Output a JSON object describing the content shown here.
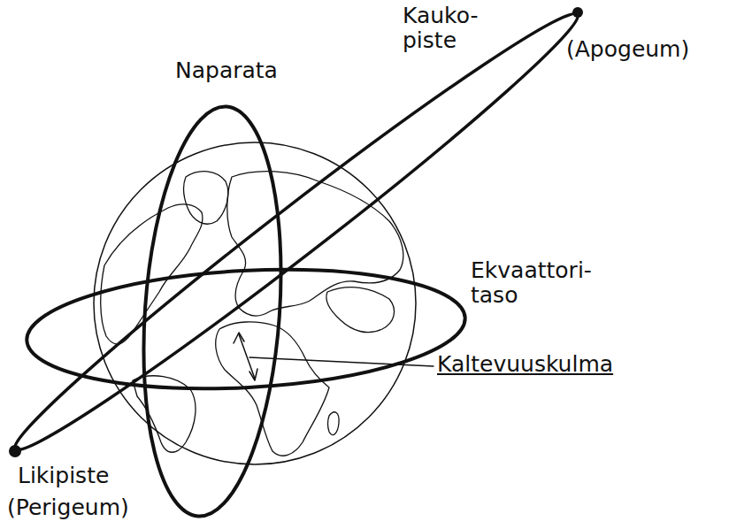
{
  "diagram": {
    "labels": [
      "Kauko- piste",
      "(Apogeum)",
      "Naparata",
      "Ekvaattori- taso",
      "Kaltevuuskulma",
      "Likipiste",
      "(Perigeum)"
    ]
  }
}
